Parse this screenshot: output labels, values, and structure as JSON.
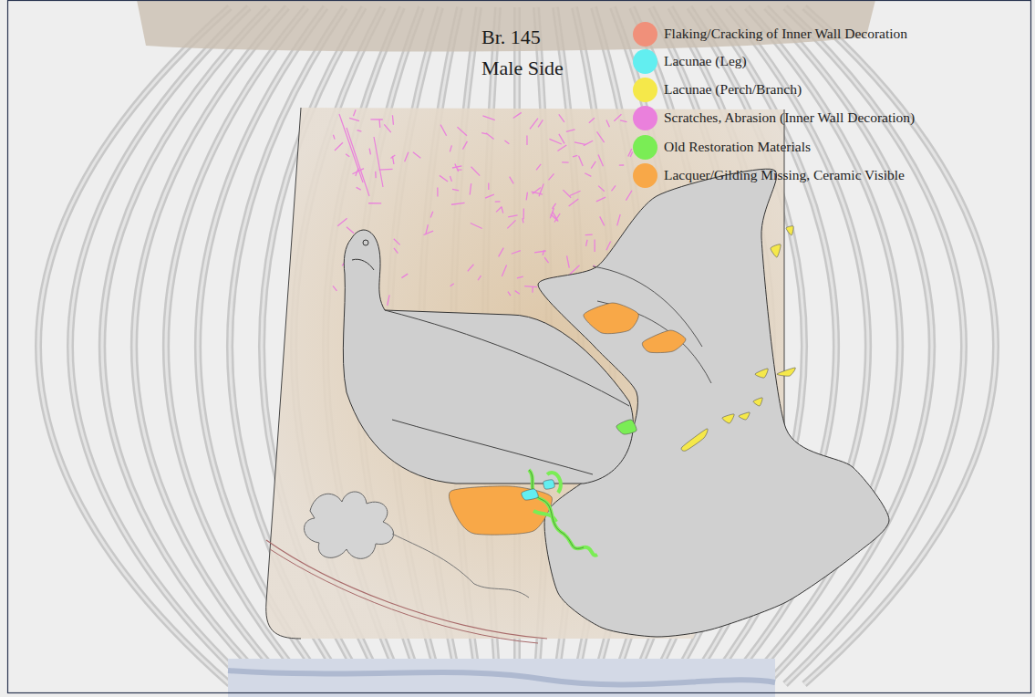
{
  "diagram": {
    "title": "Br. 145 Male Side",
    "legend": [
      {
        "text": "Flaking/Cracking of Inner Wall Decoration",
        "color": "#f0907a"
      },
      {
        "text": "Lacunae (Leg)",
        "color": "#62eef0"
      },
      {
        "text": "Lacunae (Perch/Branch)",
        "color": "#f5e84a"
      },
      {
        "text": "Scratches, Abrasion (Inner Wall Decoration)",
        "color": "#ea80dc"
      },
      {
        "text": "Old Restoration Materials",
        "color": "#7aed55"
      },
      {
        "text": "Lacquer/Gilding Missing, Ceramic Visible",
        "color": "#f8a848"
      }
    ]
  }
}
